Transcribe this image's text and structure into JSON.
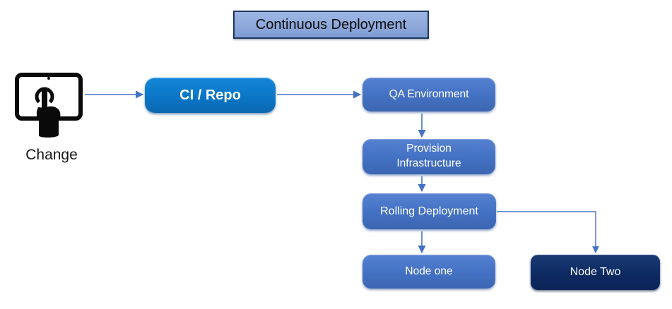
{
  "diagram": {
    "title": "Continuous Deployment",
    "nodes": {
      "change": {
        "label": "Change",
        "icon": "touch-screen-icon"
      },
      "ci_repo": {
        "label": "CI / Repo"
      },
      "qa_environment": {
        "label": "QA Environment"
      },
      "provision_infrastructure": {
        "label": "Provision Infrastructure"
      },
      "rolling_deployment": {
        "label": "Rolling Deployment"
      },
      "node_one": {
        "label": "Node one"
      },
      "node_two": {
        "label": "Node Two"
      }
    },
    "edges": [
      {
        "from": "change",
        "to": "ci_repo"
      },
      {
        "from": "ci_repo",
        "to": "qa_environment"
      },
      {
        "from": "qa_environment",
        "to": "provision_infrastructure"
      },
      {
        "from": "provision_infrastructure",
        "to": "rolling_deployment"
      },
      {
        "from": "rolling_deployment",
        "to": "node_one"
      },
      {
        "from": "rolling_deployment",
        "to": "node_two"
      }
    ],
    "colors": {
      "title_fill": "#8EA9DB",
      "title_border": "#20365C",
      "ci_blue": "#0B76C6",
      "node_blue": "#4472C4",
      "node_navy": "#0E2A62",
      "connector": "#4472C4",
      "text_on_node": "#FFFFFF",
      "text_dark": "#161616"
    }
  }
}
